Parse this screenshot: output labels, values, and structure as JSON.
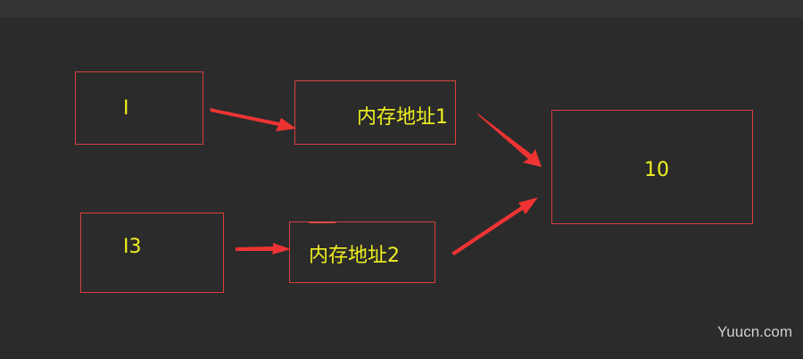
{
  "diagram": {
    "nodes": {
      "var_i": "I",
      "var_i3": "I3",
      "address_1": "内存地址1",
      "address_2": "内存地址2",
      "value": "10"
    },
    "edges": [
      {
        "from": "var_i",
        "to": "address_1"
      },
      {
        "from": "var_i3",
        "to": "address_2"
      },
      {
        "from": "address_1",
        "to": "value"
      },
      {
        "from": "address_2",
        "to": "value"
      }
    ],
    "colors": {
      "background": "#2b2b2b",
      "box_border": "#d9403f",
      "text": "#f0f020",
      "arrow": "#ee3333"
    }
  },
  "watermark": "Yuucn.com"
}
